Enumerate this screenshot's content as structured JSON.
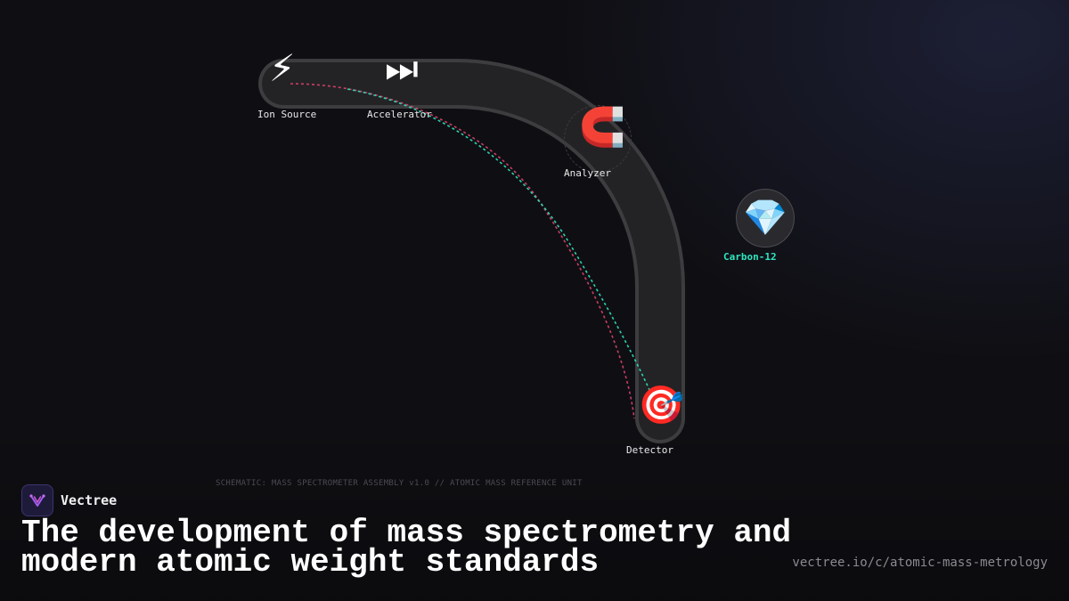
{
  "diagram": {
    "nodes": [
      {
        "id": "ion-source",
        "label": "Ion Source",
        "icon": "lightning-icon",
        "glyph": "⚡"
      },
      {
        "id": "accelerator",
        "label": "Accelerator",
        "icon": "fast-forward-icon",
        "glyph": "⏭"
      },
      {
        "id": "analyzer",
        "label": "Analyzer",
        "icon": "magnet-icon",
        "glyph": "🧲"
      },
      {
        "id": "detector",
        "label": "Detector",
        "icon": "target-icon",
        "glyph": "🎯"
      }
    ],
    "reference": {
      "label": "Carbon-12",
      "icon": "gem-icon",
      "glyph": "💎",
      "color": "#2ee6c0"
    },
    "beam_colors": {
      "heavy": "#e0436a",
      "light": "#2ee6c0"
    },
    "caption": "SCHEMATIC: MASS SPECTROMETER ASSEMBLY v1.0 // ATOMIC MASS REFERENCE UNIT"
  },
  "brand": {
    "name": "Vectree",
    "logo_icon": "vectree-logo-icon"
  },
  "title": "The development of mass spectrometry and modern atomic weight standards",
  "url": "vectree.io/c/atomic-mass-metrology"
}
